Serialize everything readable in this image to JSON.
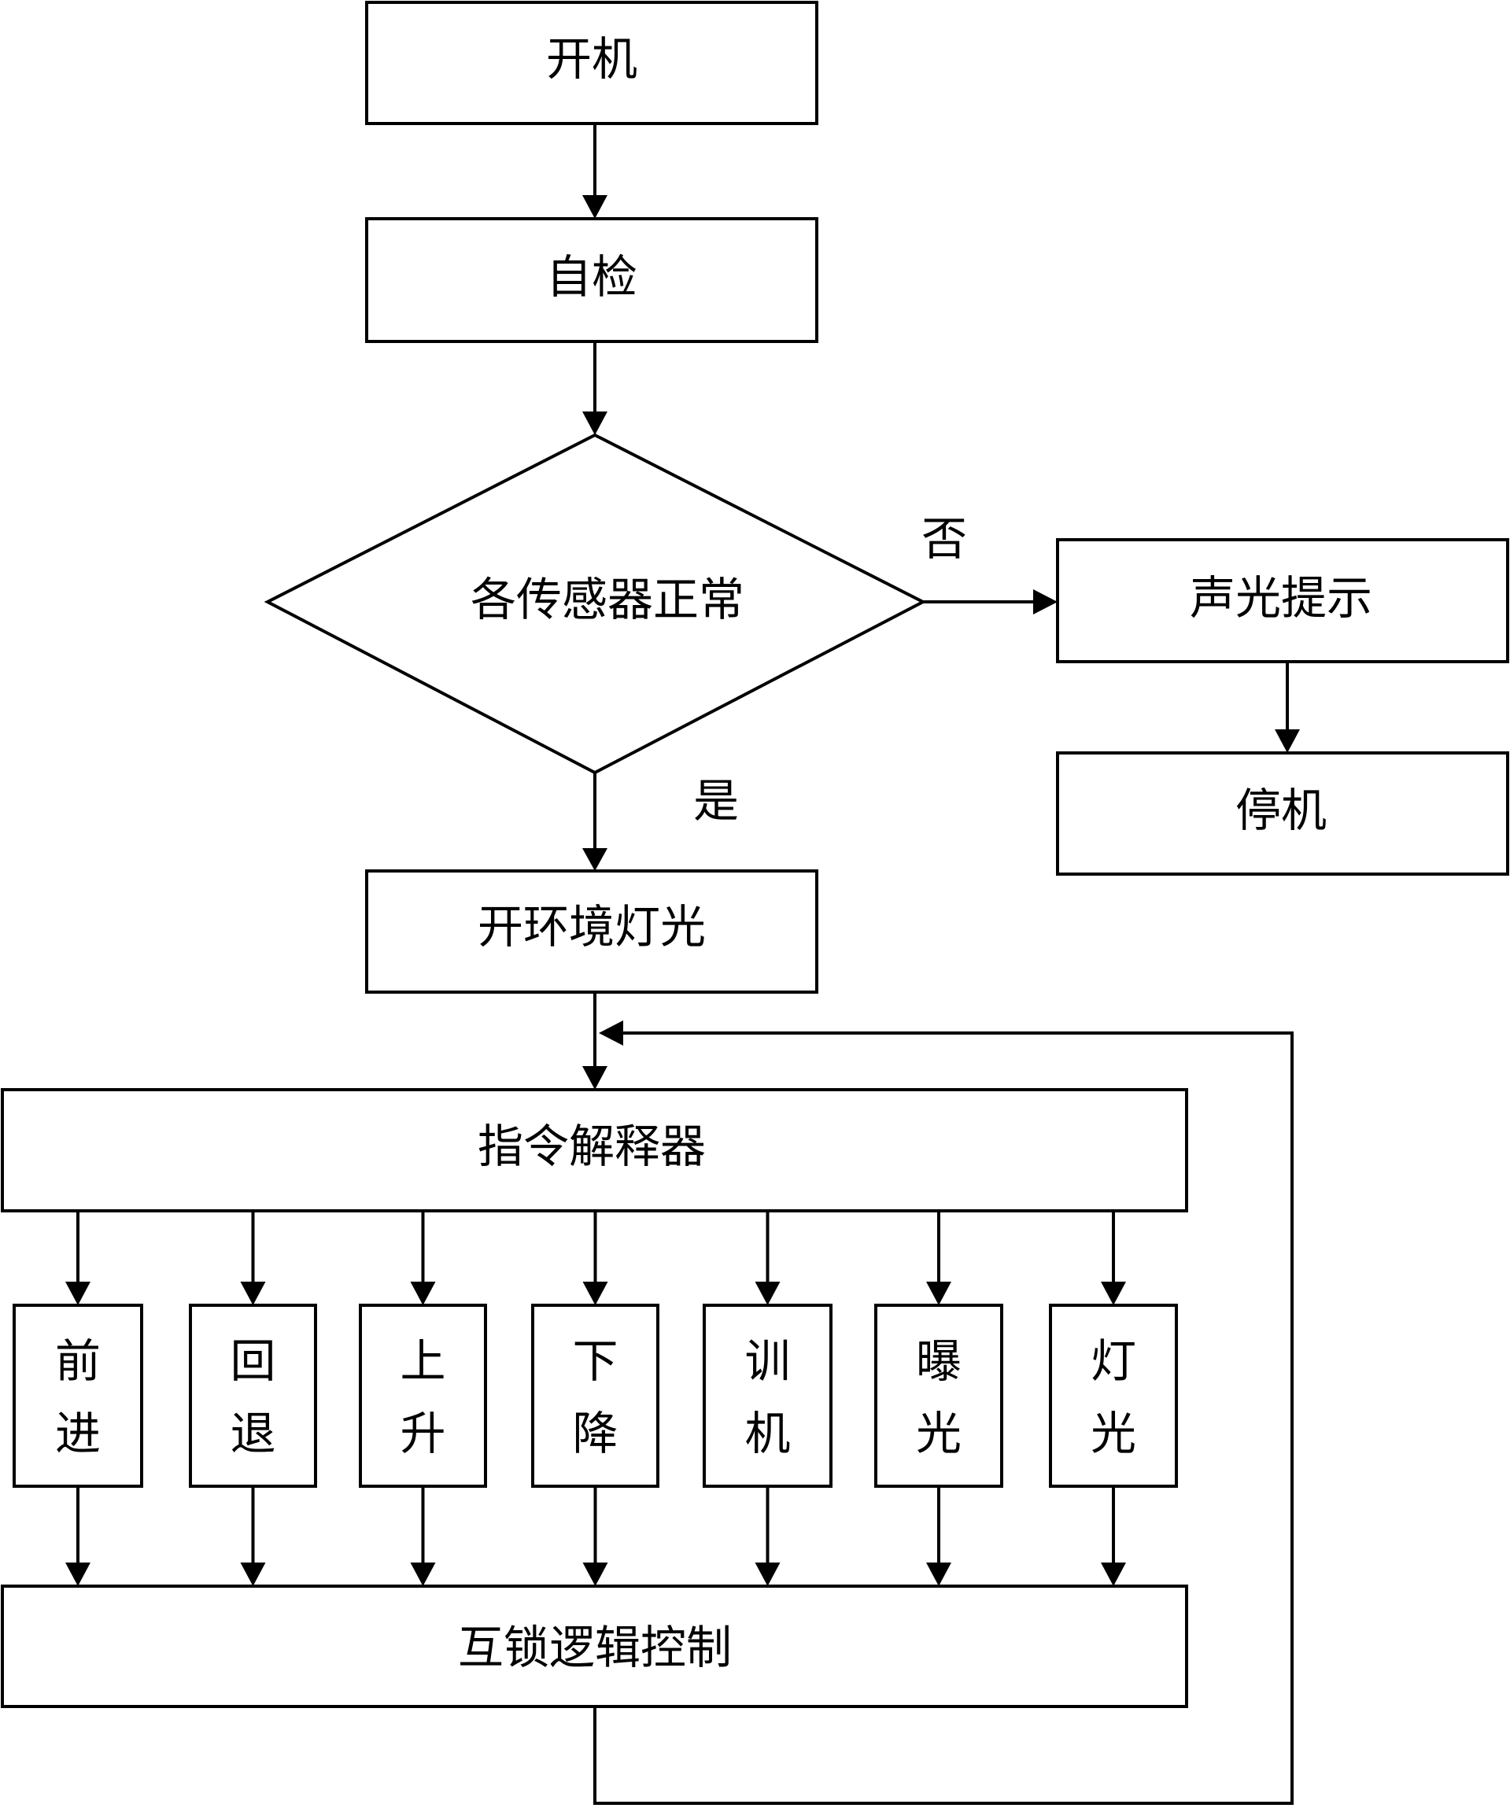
{
  "flowchart": {
    "start": "开机",
    "self_check": "自检",
    "decision": "各传感器正常",
    "no_label": "否",
    "yes_label": "是",
    "alarm": "声光提示",
    "stop": "停机",
    "ambient_light": "开环境灯光",
    "interpreter": "指令解释器",
    "commands": [
      {
        "line1": "前",
        "line2": "进"
      },
      {
        "line1": "回",
        "line2": "退"
      },
      {
        "line1": "上",
        "line2": "升"
      },
      {
        "line1": "下",
        "line2": "降"
      },
      {
        "line1": "训",
        "line2": "机"
      },
      {
        "line1": "曝",
        "line2": "光"
      },
      {
        "line1": "灯",
        "line2": "光"
      }
    ],
    "interlock": "互锁逻辑控制"
  }
}
